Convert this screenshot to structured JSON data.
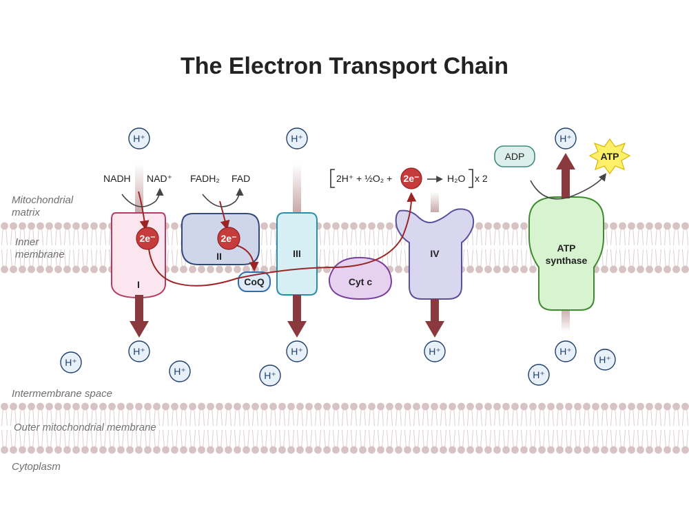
{
  "title": "The Electron Transport Chain",
  "regions": {
    "matrix": [
      "Mitochondrial",
      "matrix"
    ],
    "inner_membrane": [
      "Inner",
      "membrane"
    ],
    "intermembrane_space": "Intermembrane space",
    "outer_membrane": "Outer mitochondrial membrane",
    "cytoplasm": "Cytoplasm"
  },
  "complexes": {
    "c1": "I",
    "c2": "II",
    "coq": "CoQ",
    "c3": "III",
    "cytc": "Cyt c",
    "c4": "IV",
    "atp_synthase": [
      "ATP",
      "synthase"
    ]
  },
  "molecules": {
    "nadh": "NADH",
    "nad": "NAD⁺",
    "fadh2": "FADH₂",
    "fad": "FAD",
    "adp": "ADP",
    "atp": "ATP",
    "electrons": "2e⁻",
    "proton": "H⁺"
  },
  "reaction": {
    "lhs": "2H⁺ + ½O₂ +",
    "product": "H₂O",
    "multiplier": "x 2"
  },
  "colors": {
    "complex_I": "#fbe6ef",
    "complex_II": "#cfd6ea",
    "complex_III": "#d6eff4",
    "cyt_c": "#e6d2f0",
    "complex_IV": "#d9d6ef",
    "atp_synthase": "#d7f3cf",
    "coq": "#dfeaf7",
    "proton_arrow": "#8a3a3f",
    "electron_path": "#9b2524",
    "atp_star": "#fff06a"
  }
}
